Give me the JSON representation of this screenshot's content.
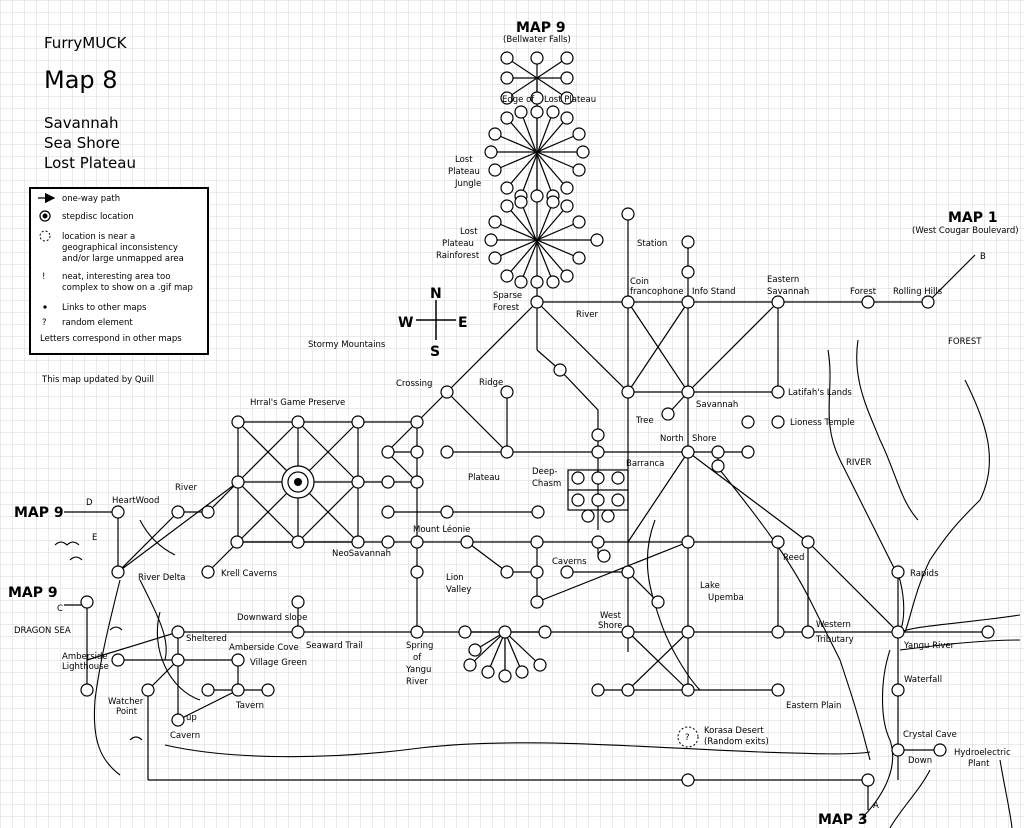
{
  "header": {
    "muck_name": "FurryMUCK",
    "map_title": "Map 8",
    "regions": [
      "Savannah",
      "Sea Shore",
      "Lost Plateau"
    ],
    "updated_by": "This map updated by Quill"
  },
  "legend": {
    "items": [
      {
        "icon": "arrow-icon",
        "text": "one-way path"
      },
      {
        "icon": "stepdisc-icon",
        "text": "stepdisc location"
      },
      {
        "icon": "dotted-circle-icon",
        "text": "location is near a geographical inconsistency and/or large unmapped area"
      },
      {
        "icon": "exclamation-icon",
        "text": "neat, interesting area too complex to show on a .gif map"
      },
      {
        "icon": "small-dot-icon",
        "text": "Links to other maps"
      },
      {
        "icon": "question-icon",
        "text": "random element"
      }
    ],
    "footer": "Letters correspond in other maps"
  },
  "compass": {
    "n": "N",
    "s": "S",
    "e": "E",
    "w": "W"
  },
  "map_links": [
    {
      "title": "MAP 9",
      "sub": "(Bellwater Falls)"
    },
    {
      "title": "MAP 1",
      "sub": "(West Cougar Boulevard)"
    },
    {
      "title": "MAP 9",
      "sub": ""
    },
    {
      "title": "MAP 9",
      "sub": ""
    },
    {
      "title": "MAP 3",
      "sub": ""
    }
  ],
  "places": {
    "edge_of": "Edge of",
    "lost_plateau": "Lost Plateau",
    "jungle": [
      "Lost",
      "Plateau",
      "Jungle"
    ],
    "rainforest": [
      "Lost",
      "Plateau",
      "Rainforest"
    ],
    "sparse_forest": [
      "Sparse",
      "Forest"
    ],
    "station": "Station",
    "coin": [
      "Coin",
      "francophone"
    ],
    "info_stand": "Info Stand",
    "eastern_savannah": [
      "Eastern",
      "Savannah"
    ],
    "forest": "Forest",
    "rolling_hills": "Rolling Hills",
    "forest_area": "FOREST",
    "river": "River",
    "stormy_mountains": "Stormy Mountains",
    "crossing": "Crossing",
    "ridge": "Ridge",
    "savannah": "Savannah",
    "latifah": "Latifah's Lands",
    "lioness": "Lioness Temple",
    "tree": "Tree",
    "north": "North",
    "shore": "Shore",
    "barranca": "Barranca",
    "river_area": "RIVER",
    "hrral": "Hrral's Game Preserve",
    "plateau": "Plateau",
    "deep_chasm": [
      "Deep-",
      "Chasm"
    ],
    "heartwood": "HeartWood",
    "river_small": "River",
    "mount_leonie": "Mount Léonie",
    "neosavannah": "NeoSavannah",
    "krell": "Krell Caverns",
    "river_delta": "River Delta",
    "lion_valley": [
      "Lion",
      "Valley"
    ],
    "caverns": "Caverns",
    "reed": "Reed",
    "lake_upemba": [
      "Lake",
      "Upemba"
    ],
    "rapids": "Rapids",
    "downward_slope": "Downward slope",
    "sheltered": "Sheltered",
    "amberside_cove": "Amberside Cove",
    "seaward_trail": "Seaward Trail",
    "village_green": "Village Green",
    "spring": [
      "Spring",
      "of",
      "Yangu",
      "River"
    ],
    "west_shore": [
      "West",
      "Shore"
    ],
    "western": "Western",
    "tributary": "Tributary",
    "yangu_river": "Yangu River",
    "dragon_sea": "DRAGON SEA",
    "amberside_lighthouse": [
      "Amberside",
      "Lighthouse"
    ],
    "watcher_point": [
      "Watcher",
      "Point"
    ],
    "up": "up",
    "tavern": "Tavern",
    "cavern": "Cavern",
    "waterfall": "Waterfall",
    "eastern_plain": "Eastern Plain",
    "crystal_cave": "Crystal Cave",
    "down": "Down",
    "hydro": [
      "Hydroelectric",
      "Plant"
    ],
    "korasa": [
      "Korasa Desert",
      "(Random exits)"
    ],
    "letters": [
      "D",
      "E",
      "C",
      "B",
      "A"
    ]
  }
}
